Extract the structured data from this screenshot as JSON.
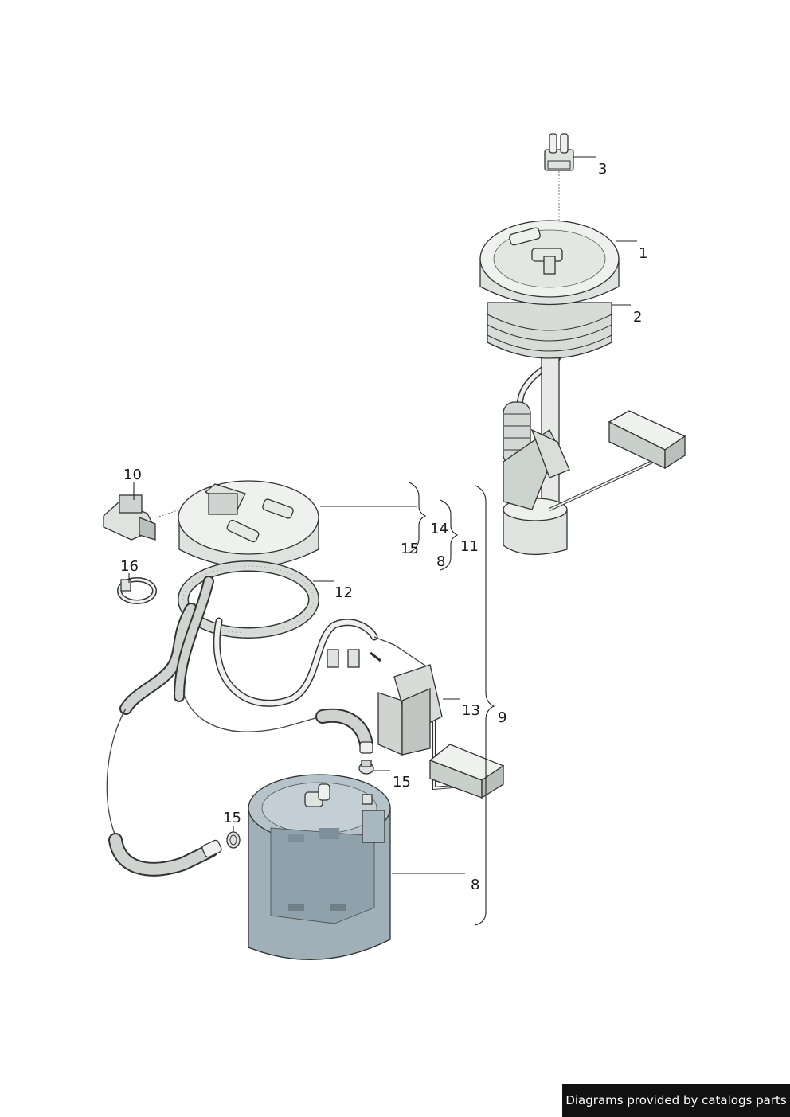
{
  "callouts": {
    "c1": "1",
    "c2": "2",
    "c3": "3",
    "c8a": "8",
    "c8b": "8",
    "c9": "9",
    "c10": "10",
    "c11": "11",
    "c12": "12",
    "c13": "13",
    "c14": "14",
    "c15a": "15",
    "c15b": "15",
    "c15c": "15",
    "c16": "16"
  },
  "footer": {
    "text": "Diagrams provided by catalogs parts"
  },
  "colors": {
    "part_fill": "#e6e9e6",
    "part_shadow": "#c4c9c6",
    "housing_fill": "#9fb0b9",
    "housing_dark": "#7d8f99",
    "footer_bg": "#111111"
  }
}
